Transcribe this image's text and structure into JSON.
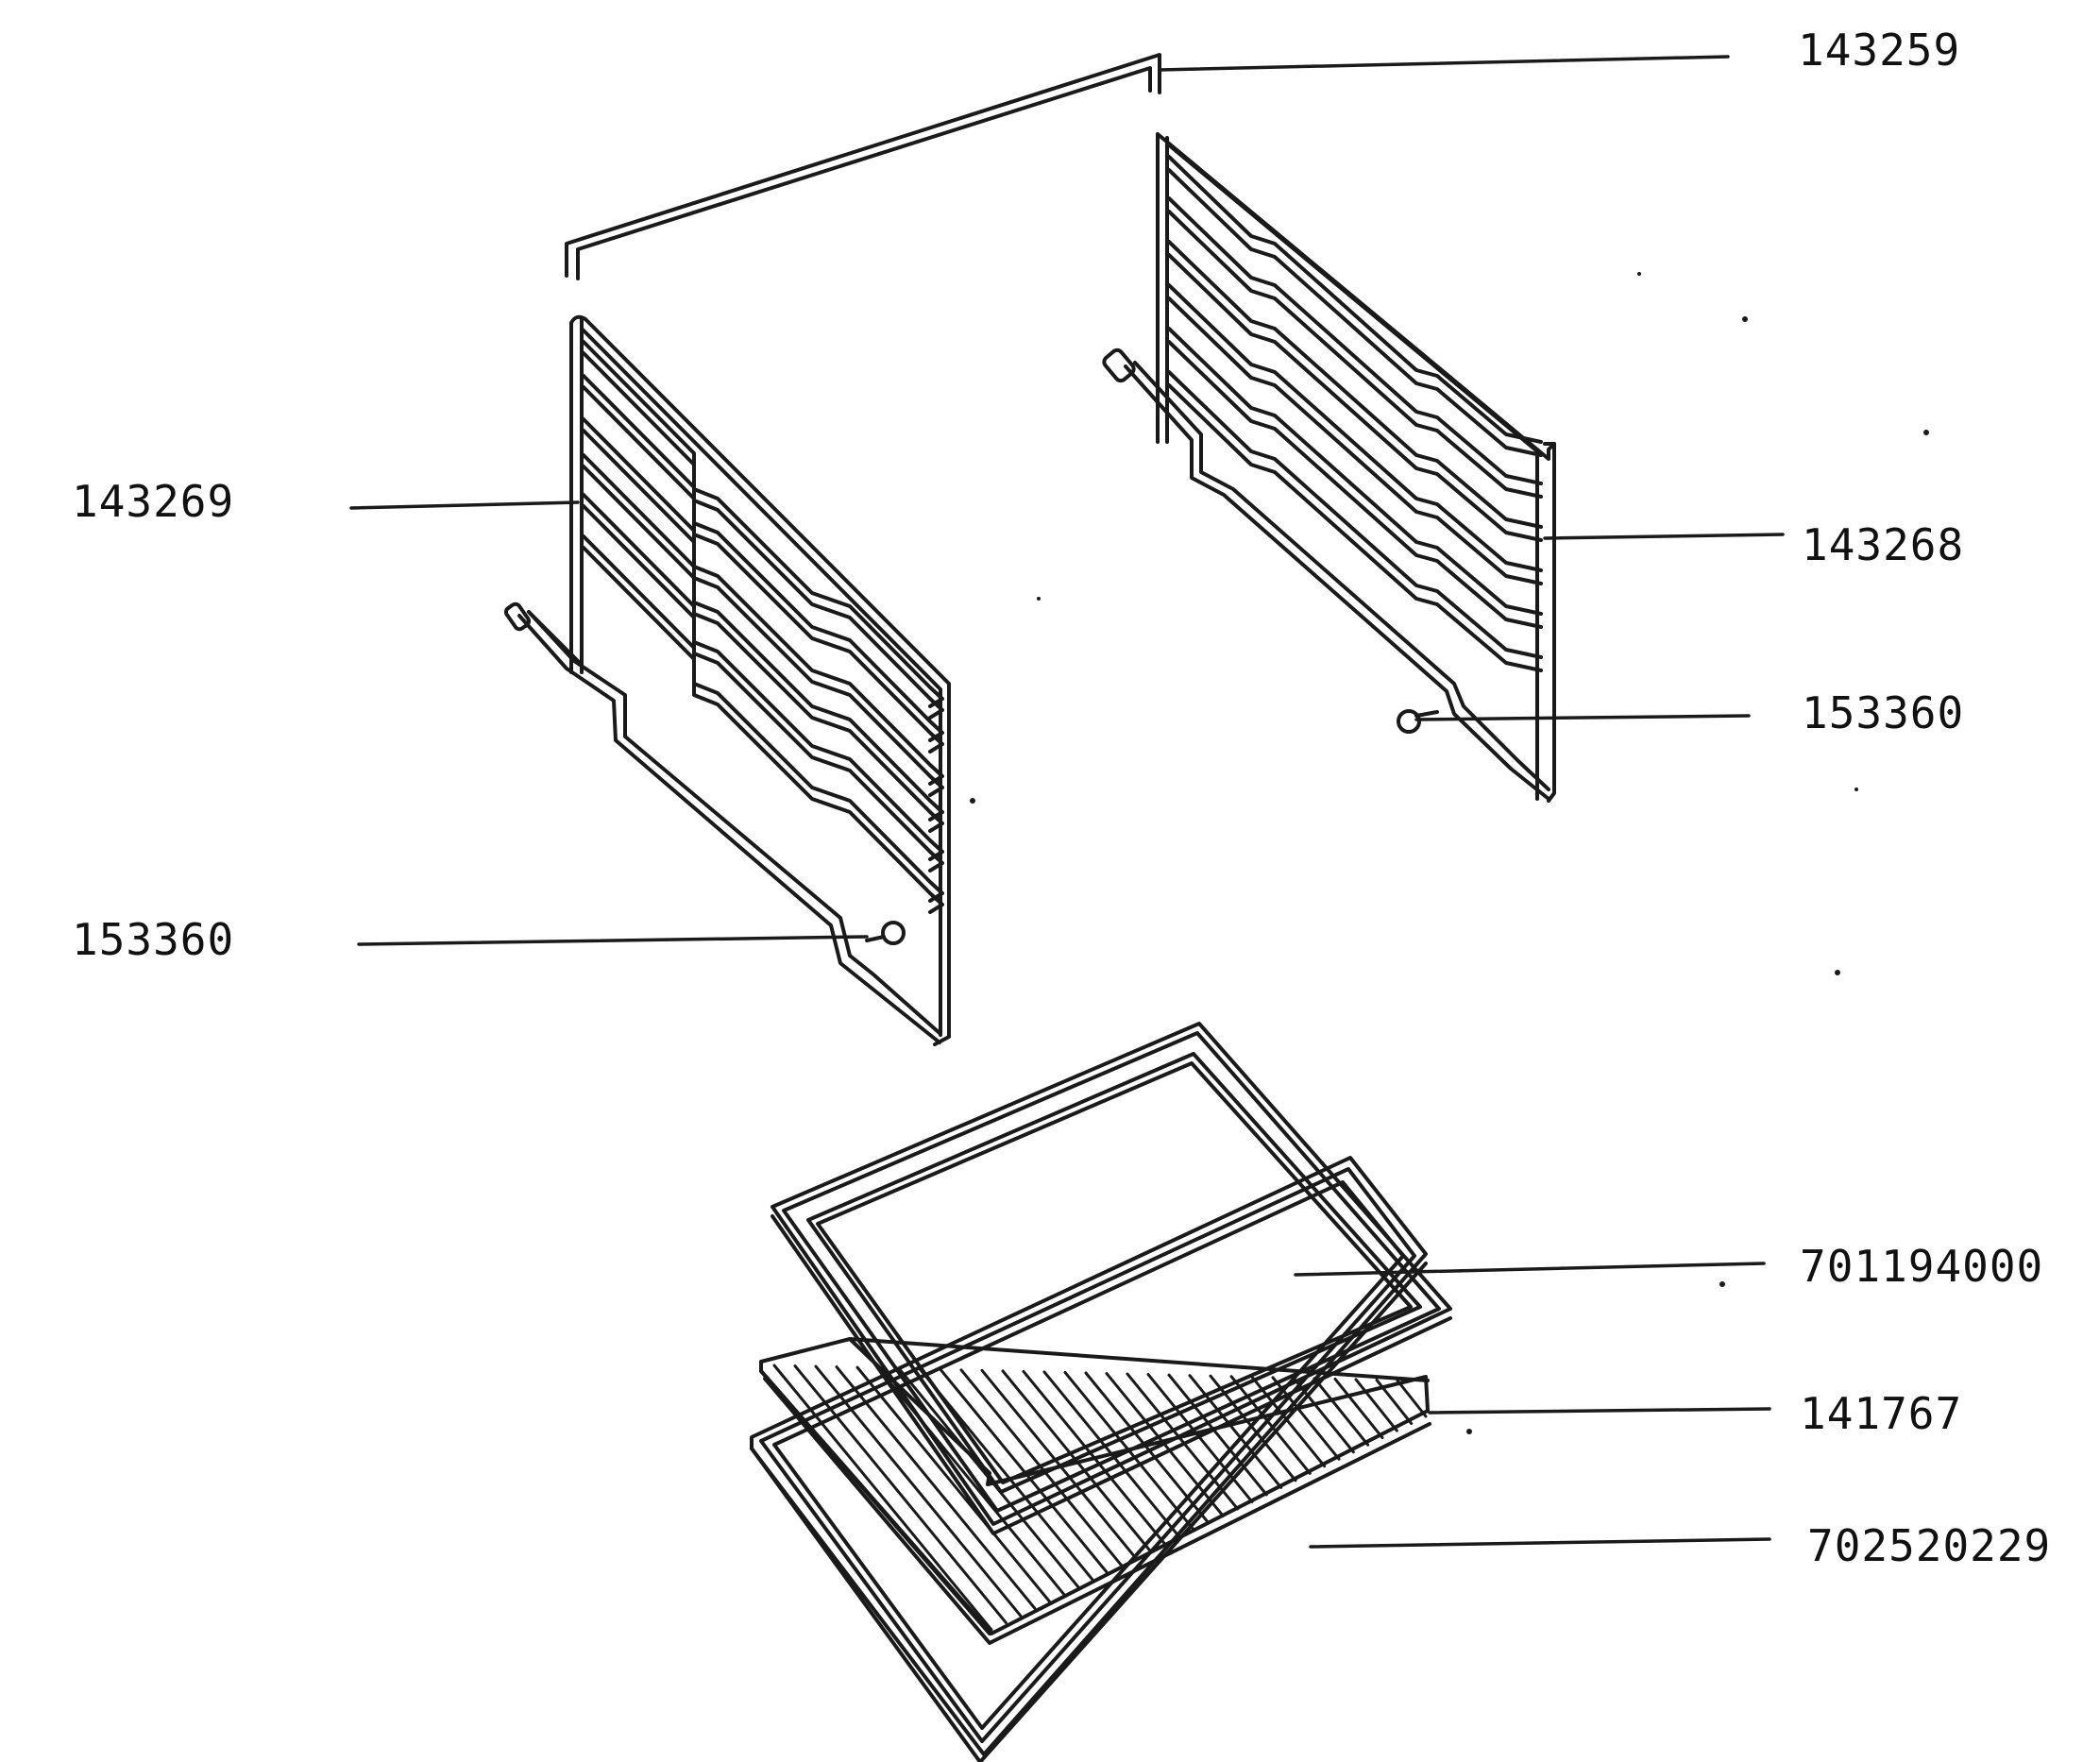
{
  "diagram": {
    "ink_color": "#1a1a1a",
    "background": "#ffffff",
    "labels": {
      "top_rail": "143259",
      "left_rack": "143269",
      "right_rack": "143268",
      "right_screw": "153360",
      "left_screw": "153360",
      "glass_shelf": "701194000",
      "grill_grid": "141767",
      "baking_tray": "702520229"
    }
  }
}
